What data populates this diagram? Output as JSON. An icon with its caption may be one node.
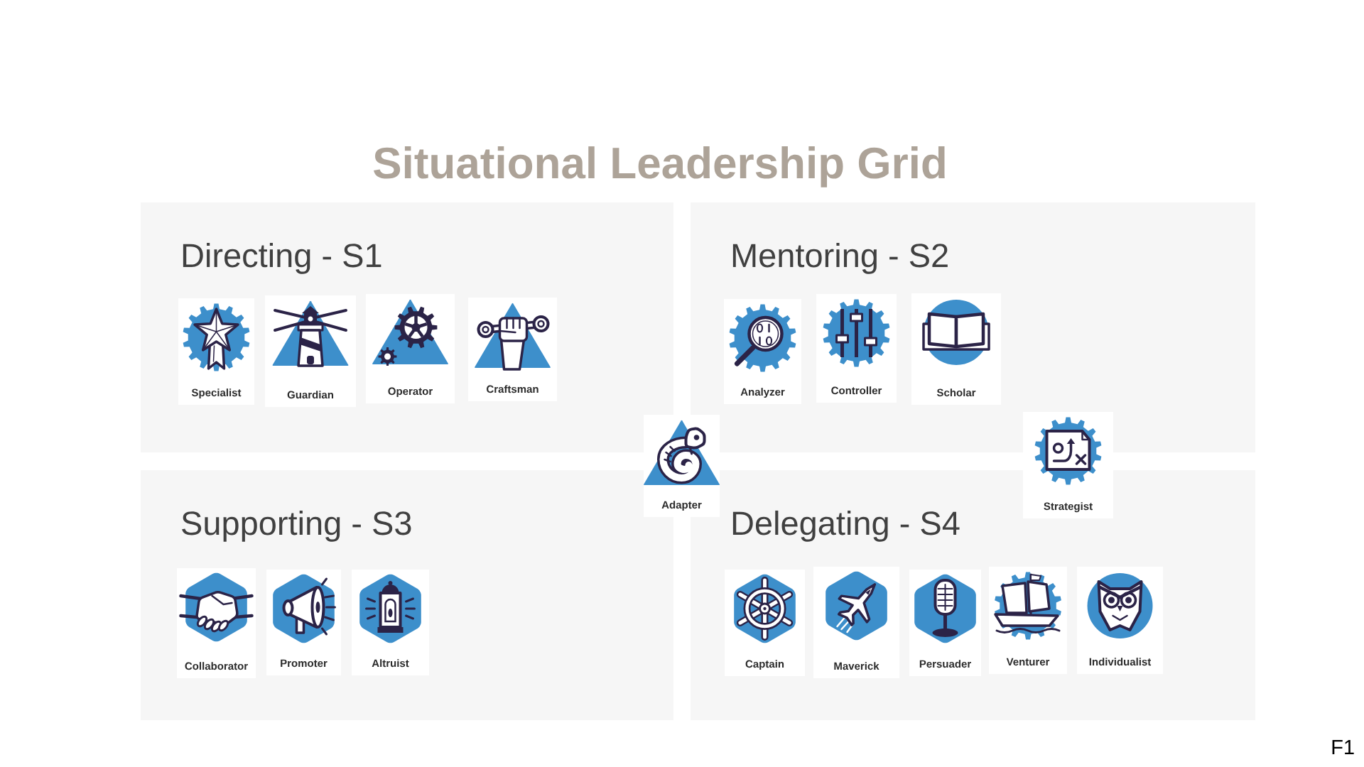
{
  "diagram": {
    "title": "Situational Leadership Grid",
    "nodes": [
      {
        "text": [
          "Directing - S1"
        ]
      },
      {
        "text": [
          "Specialist"
        ],
        "in": 0
      },
      {
        "text": [
          "Guardian"
        ],
        "in": 0
      },
      {
        "text": [
          "Operator"
        ],
        "in": 0
      },
      {
        "text": [
          "Craftsman"
        ],
        "in": 0
      },
      {
        "text": [
          "Mentoring - S2"
        ]
      },
      {
        "text": [
          "Analyzer"
        ],
        "in": 5
      },
      {
        "text": [
          "Controller"
        ],
        "in": 5
      },
      {
        "text": [
          "Scholar"
        ],
        "in": 5
      },
      {
        "text": [
          "Adapter"
        ]
      },
      {
        "text": [
          "Strategist"
        ]
      },
      {
        "text": [
          "Supporting - S3"
        ]
      },
      {
        "text": [
          "Collaborator"
        ],
        "in": 11
      },
      {
        "text": [
          "Promoter"
        ],
        "in": 11
      },
      {
        "text": [
          "Altruist"
        ],
        "in": 11
      },
      {
        "text": [
          "Delegating - S4"
        ]
      },
      {
        "text": [
          "Captain"
        ],
        "in": 15
      },
      {
        "text": [
          "Maverick"
        ],
        "in": 15
      },
      {
        "text": [
          "Persuader"
        ],
        "in": 15
      },
      {
        "text": [
          "Venturer"
        ],
        "in": 15
      },
      {
        "text": [
          "Individualist"
        ],
        "in": 15
      }
    ],
    "labels": [
      "F1"
    ]
  }
}
